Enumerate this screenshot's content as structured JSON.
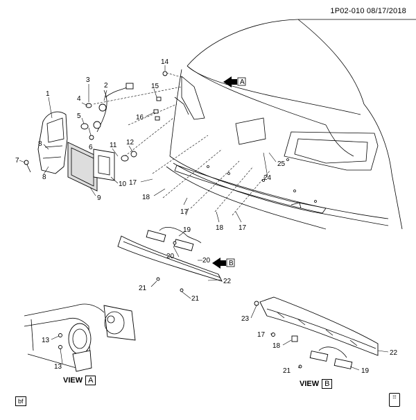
{
  "header": {
    "code": "1P02-010 08/17/2018"
  },
  "callouts": [
    {
      "id": "c1",
      "text": "1"
    },
    {
      "id": "c2",
      "text": "2"
    },
    {
      "id": "c3",
      "text": "3"
    },
    {
      "id": "c4",
      "text": "4"
    },
    {
      "id": "c5",
      "text": "5"
    },
    {
      "id": "c6",
      "text": "6"
    },
    {
      "id": "c7",
      "text": "7"
    },
    {
      "id": "c8a",
      "text": "8"
    },
    {
      "id": "c8b",
      "text": "8"
    },
    {
      "id": "c9",
      "text": "9"
    },
    {
      "id": "c10",
      "text": "10"
    },
    {
      "id": "c11",
      "text": "11"
    },
    {
      "id": "c12",
      "text": "12"
    },
    {
      "id": "c14",
      "text": "14"
    },
    {
      "id": "c15",
      "text": "15"
    },
    {
      "id": "c16",
      "text": "16"
    },
    {
      "id": "c17a",
      "text": "17"
    },
    {
      "id": "c17b",
      "text": "17"
    },
    {
      "id": "c17c",
      "text": "17"
    },
    {
      "id": "c17d",
      "text": "17"
    },
    {
      "id": "c18a",
      "text": "18"
    },
    {
      "id": "c18b",
      "text": "18"
    },
    {
      "id": "c18c",
      "text": "18"
    },
    {
      "id": "c19a",
      "text": "19"
    },
    {
      "id": "c19b",
      "text": "19"
    },
    {
      "id": "c20a",
      "text": "20"
    },
    {
      "id": "c20b",
      "text": "20"
    },
    {
      "id": "c21a",
      "text": "21"
    },
    {
      "id": "c21b",
      "text": "21"
    },
    {
      "id": "c21c",
      "text": "21"
    },
    {
      "id": "c22a",
      "text": "22"
    },
    {
      "id": "c22b",
      "text": "22"
    },
    {
      "id": "c23",
      "text": "23"
    },
    {
      "id": "c24",
      "text": "24"
    },
    {
      "id": "c25",
      "text": "25"
    },
    {
      "id": "c13a",
      "text": "13"
    },
    {
      "id": "c13b",
      "text": "13"
    }
  ],
  "arrows": {
    "a_letter": "A",
    "b_letter": "B"
  },
  "views": {
    "view_word": "VIEW",
    "a_letter": "A",
    "b_letter": "B"
  },
  "footer": {
    "tag": "bf"
  }
}
